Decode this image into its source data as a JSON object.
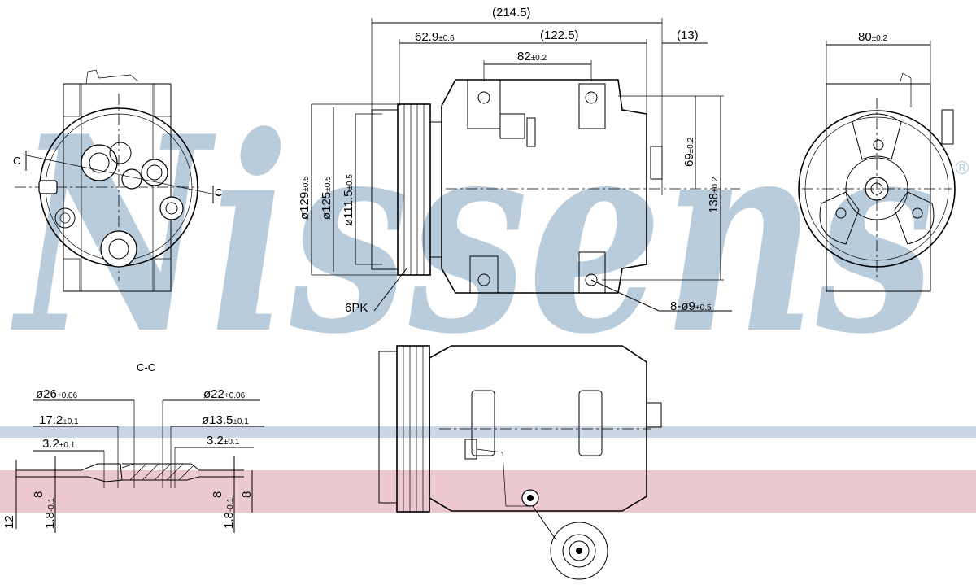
{
  "watermark": {
    "text": "Nissens",
    "registered": "®",
    "color": "#b9ccdc"
  },
  "band": {
    "blue": "#c9d7e4",
    "pink": "#ecc9d0"
  },
  "dims": {
    "overall_length": "(214.5)",
    "clutch_offset": "62.9",
    "clutch_offset_tol": "±0.6",
    "body_length": "(122.5)",
    "rear_offset": "(13)",
    "mount_spacing": "82",
    "mount_spacing_tol": "±0.2",
    "rear_width": "80",
    "rear_width_tol": "±0.2",
    "pulley_d1": "ø129",
    "pulley_d1_tol": "±0.5",
    "pulley_d2": "ø125",
    "pulley_d2_tol": "±0.5",
    "pulley_d3": "ø111.5",
    "pulley_d3_tol": "±0.5",
    "height_69": "69",
    "height_69_tol": "±0.2",
    "height_138": "138",
    "height_138_tol": "±0.2",
    "groove": "6PK",
    "holes": "8-ø9",
    "holes_tol": "+0.5"
  },
  "section": {
    "cut_label": "C",
    "title": "C-C",
    "d26": "ø26",
    "d26_tol": "+0.06",
    "d17": "17.2",
    "d17_tol": "±0.1",
    "d3a": "3.2",
    "d3a_tol": "±0.1",
    "d22": "ø22",
    "d22_tol": "+0.06",
    "d13": "ø13.5",
    "d13_tol": "±0.1",
    "d3b": "3.2",
    "d3b_tol": "±0.1",
    "v8a": "8",
    "v18a": "1.8",
    "v18a_tol": "-0.1",
    "v12": "12",
    "v18b": "1.8",
    "v18b_tol": "-0.1",
    "v8b": "8"
  }
}
